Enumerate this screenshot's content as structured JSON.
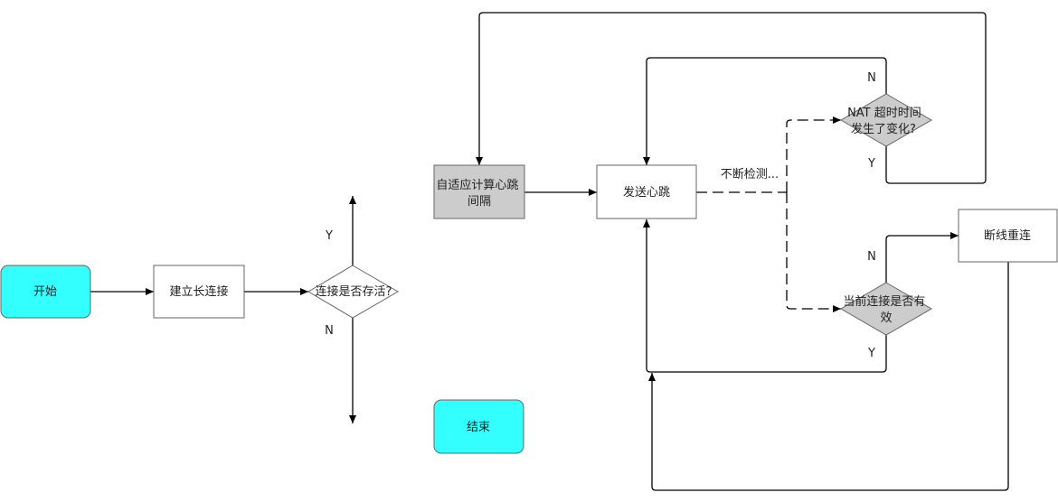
{
  "colors": {
    "terminal": "#33FFFF",
    "process": "#FFFFFF",
    "highlight": "#CCCCCC",
    "decision": "#CCCCCC",
    "line": "#000000"
  },
  "nodes": {
    "start": "开始",
    "establish": "建立长连接",
    "alive": "连接是否存活?",
    "adaptive": [
      "自适应计算心跳",
      "间隔"
    ],
    "send": "发送心跳",
    "end": "结束",
    "nat": [
      "NAT 超时时间",
      "发生了变化?"
    ],
    "valid": [
      "当前连接是否有",
      "效"
    ],
    "reconnect": "断线重连"
  },
  "labels": {
    "alive_yes": "Y",
    "alive_no": "N",
    "detect": "不断检测...",
    "nat_no": "N",
    "nat_yes": "Y",
    "valid_no": "N",
    "valid_yes": "Y"
  }
}
